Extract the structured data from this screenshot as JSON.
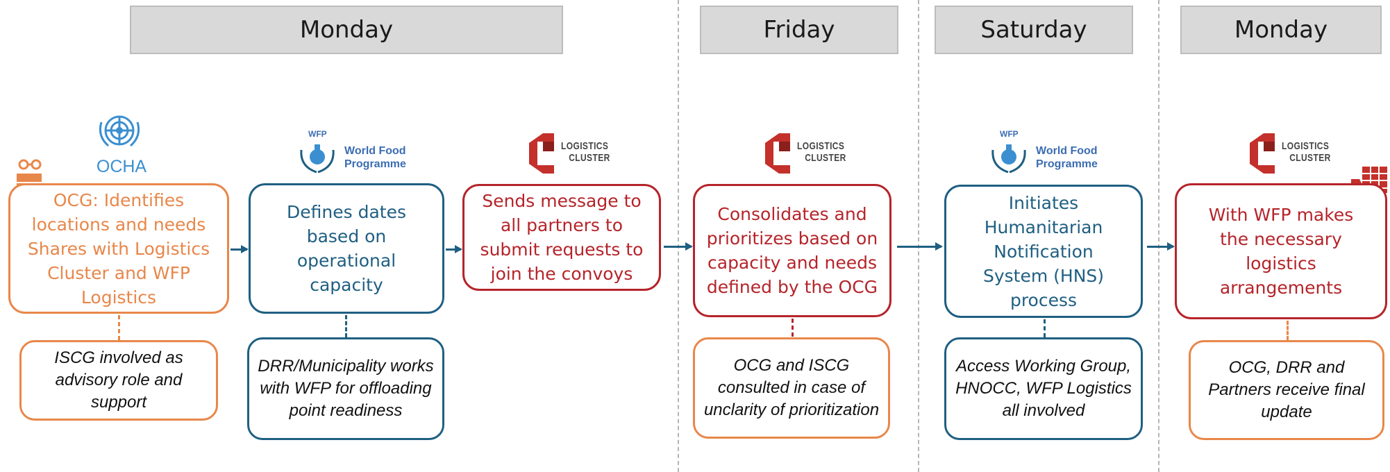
{
  "days": [
    "Monday",
    "Friday",
    "Saturday",
    "Monday"
  ],
  "logos": {
    "ocha": "OCHA",
    "wfp_line1": "World Food",
    "wfp_line2": "Programme",
    "wfp_tag": "WFP",
    "lc_line1": "LOGISTICS",
    "lc_line2": "CLUSTER"
  },
  "steps": [
    {
      "text": "OCG: Identifies locations and needs Shares with Logistics Cluster and WFP Logistics",
      "note": "ISCG involved as advisory role and support"
    },
    {
      "text": "Defines dates based on operational capacity",
      "note": "DRR/Municipality works with WFP for offloading point readiness"
    },
    {
      "text": "Sends message to all partners to submit requests to join the convoys",
      "note": ""
    },
    {
      "text": "Consolidates and prioritizes based on capacity and needs defined by the OCG",
      "note": "OCG and ISCG consulted in case of unclarity of prioritization"
    },
    {
      "text": "Initiates Humanitarian Notification System (HNS) process",
      "note": "Access Working Group, HNOCC, WFP Logistics all involved"
    },
    {
      "text": "With WFP makes the necessary logistics arrangements",
      "note": "OCG, DRR and Partners receive final update"
    }
  ],
  "colors": {
    "ocha_orange": "#e8874a",
    "wfp_blue": "#1f5f82",
    "lc_red": "#b5242a",
    "header_gray": "#d9d9d9"
  }
}
